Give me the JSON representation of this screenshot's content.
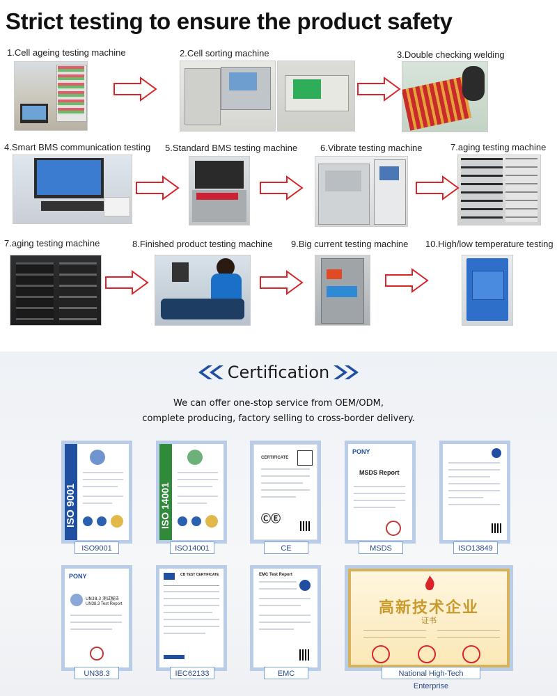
{
  "page": {
    "title": "Strict testing to ensure the product safety"
  },
  "steps": [
    "1.Cell ageing testing machine",
    "2.Cell sorting machine",
    "3.Double checking welding",
    "4.Smart BMS communication testing",
    "5.Standard BMS testing machine",
    "6.Vibrate testing machine",
    "7.aging testing machine",
    "7.aging testing machine",
    "8.Finished product testing machine",
    "9.Big current testing machine",
    "10.High/low temperature testing"
  ],
  "certification": {
    "heading": "Certification",
    "line1": "We can offer one-stop service from OEM/ODM,",
    "line2": "complete producing, factory selling to cross-border delivery.",
    "labels": [
      "ISO9001",
      "ISO14001",
      "CE",
      "MSDS",
      "ISO13849",
      "UN38.3",
      "IEC62133",
      "EMC",
      "National High-Tech Enterprise"
    ],
    "doc_text": {
      "iso9001": "ISO 9001",
      "iso14001": "ISO 14001",
      "pony": "PONY",
      "msds_report": "MSDS  Report",
      "un_title": "UN38.3 测试报告",
      "un_sub": "UN38.3 Test Report",
      "ce_cert": "CERTIFICATE",
      "hightech": "高新技术企业",
      "hightech_sub": "证书",
      "emc_title": "EMC Test Report",
      "cb": "CB TEST CERTIFICATE"
    }
  },
  "colors": {
    "arrow": "#d9252a",
    "accent": "#1f4fa0"
  }
}
